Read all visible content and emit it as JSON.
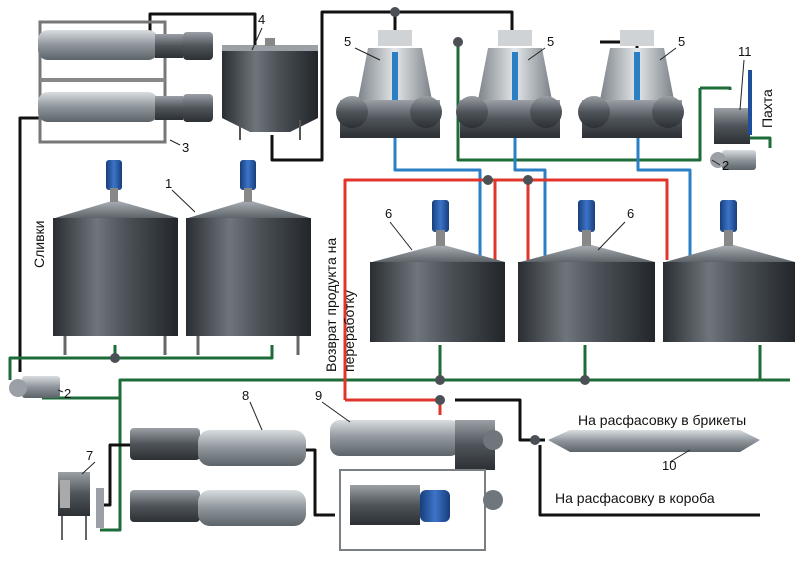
{
  "labels": {
    "n1": "1",
    "n2a": "2",
    "n2b": "2",
    "n3": "3",
    "n4": "4",
    "n5a": "5",
    "n5b": "5",
    "n5c": "5",
    "n6a": "6",
    "n6b": "6",
    "n7": "7",
    "n8": "8",
    "n9": "9",
    "n10": "10",
    "n11": "11",
    "slivki": "Сливки",
    "pakhta": "Пахта",
    "return_line1": "Возврат продукта на",
    "return_line2": "переработку",
    "to_briquettes": "На расфасовку  в брикеты",
    "to_boxes": "На расфасовку  в короба"
  },
  "colors": {
    "black_line": "#111111",
    "green_line": "#1e6b3a",
    "blue_line": "#2b7fc4",
    "red_line": "#e0352b",
    "steel": "#9ea4aa",
    "tank_dark": "#3b4045",
    "motor_blue": "#1f4f9c"
  }
}
